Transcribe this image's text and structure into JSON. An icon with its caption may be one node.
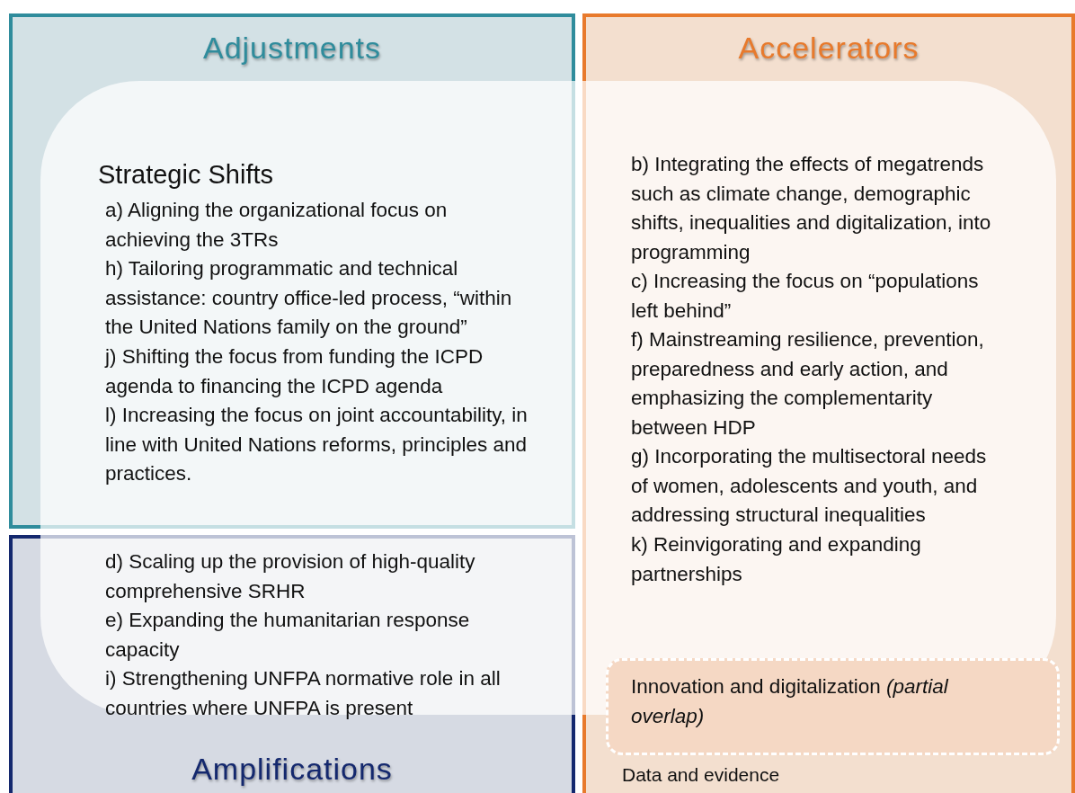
{
  "diagram": {
    "nodes": [
      {
        "text": [
          "Adjustments",
          "Strategic Shifts",
          "a) Aligning the organizational focus on achieving the 3TRs",
          "h) Tailoring programmatic and technical assistance:  country office-led process, “within the United Nations family on the ground”",
          "j) Shifting the focus from funding the ICPD agenda to financing the ICPD agenda",
          "l) Increasing the focus on joint accountability, in line with United Nations reforms, principles and practices."
        ]
      },
      {
        "text": [
          "Accelerators",
          "b) Integrating the effects of megatrends such as climate change, demographic shifts, inequalities and digitalization, into programming",
          "c) Increasing the focus on “populations left behind”",
          "f) Mainstreaming resilience, prevention, preparedness and early action, and emphasizing the complementarity between HDP",
          "g) Incorporating the multisectoral needs of women, adolescents and youth, and addressing structural inequalities",
          "k) Reinvigorating and expanding partnerships",
          "Data and evidence"
        ]
      },
      {
        "text": [
          "d) Scaling up the provision of high-quality comprehensive SRHR",
          "e) Expanding the humanitarian response capacity",
          "i) Strengthening UNFPA normative role in all countries where UNFPA is present",
          "Amplifications"
        ]
      },
      {
        "text": [
          "Innovation and digitalization *(partial overlap)*"
        ],
        "in": 1
      }
    ]
  }
}
